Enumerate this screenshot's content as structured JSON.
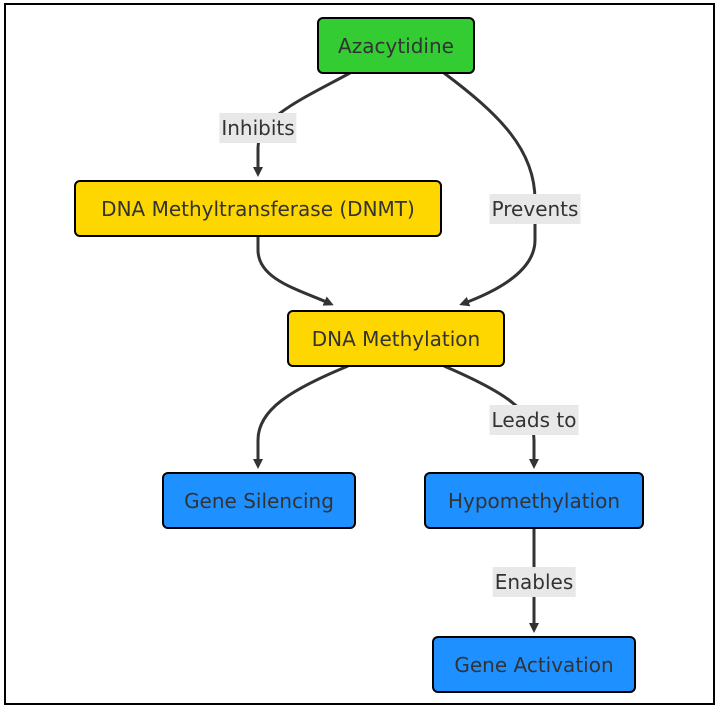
{
  "nodes": {
    "azacytidine": "Azacytidine",
    "dnmt": "DNA Methyltransferase (DNMT)",
    "dna_methylation": "DNA Methylation",
    "gene_silencing": "Gene Silencing",
    "hypomethylation": "Hypomethylation",
    "gene_activation": "Gene Activation"
  },
  "edges": {
    "inhibits": "Inhibits",
    "prevents": "Prevents",
    "leads_to": "Leads to",
    "enables": "Enables"
  },
  "colors": {
    "green": "#33cc33",
    "yellow": "#ffd700",
    "blue": "#1e90ff",
    "edge": "#333333",
    "label_bg": "#e8e8e8"
  }
}
